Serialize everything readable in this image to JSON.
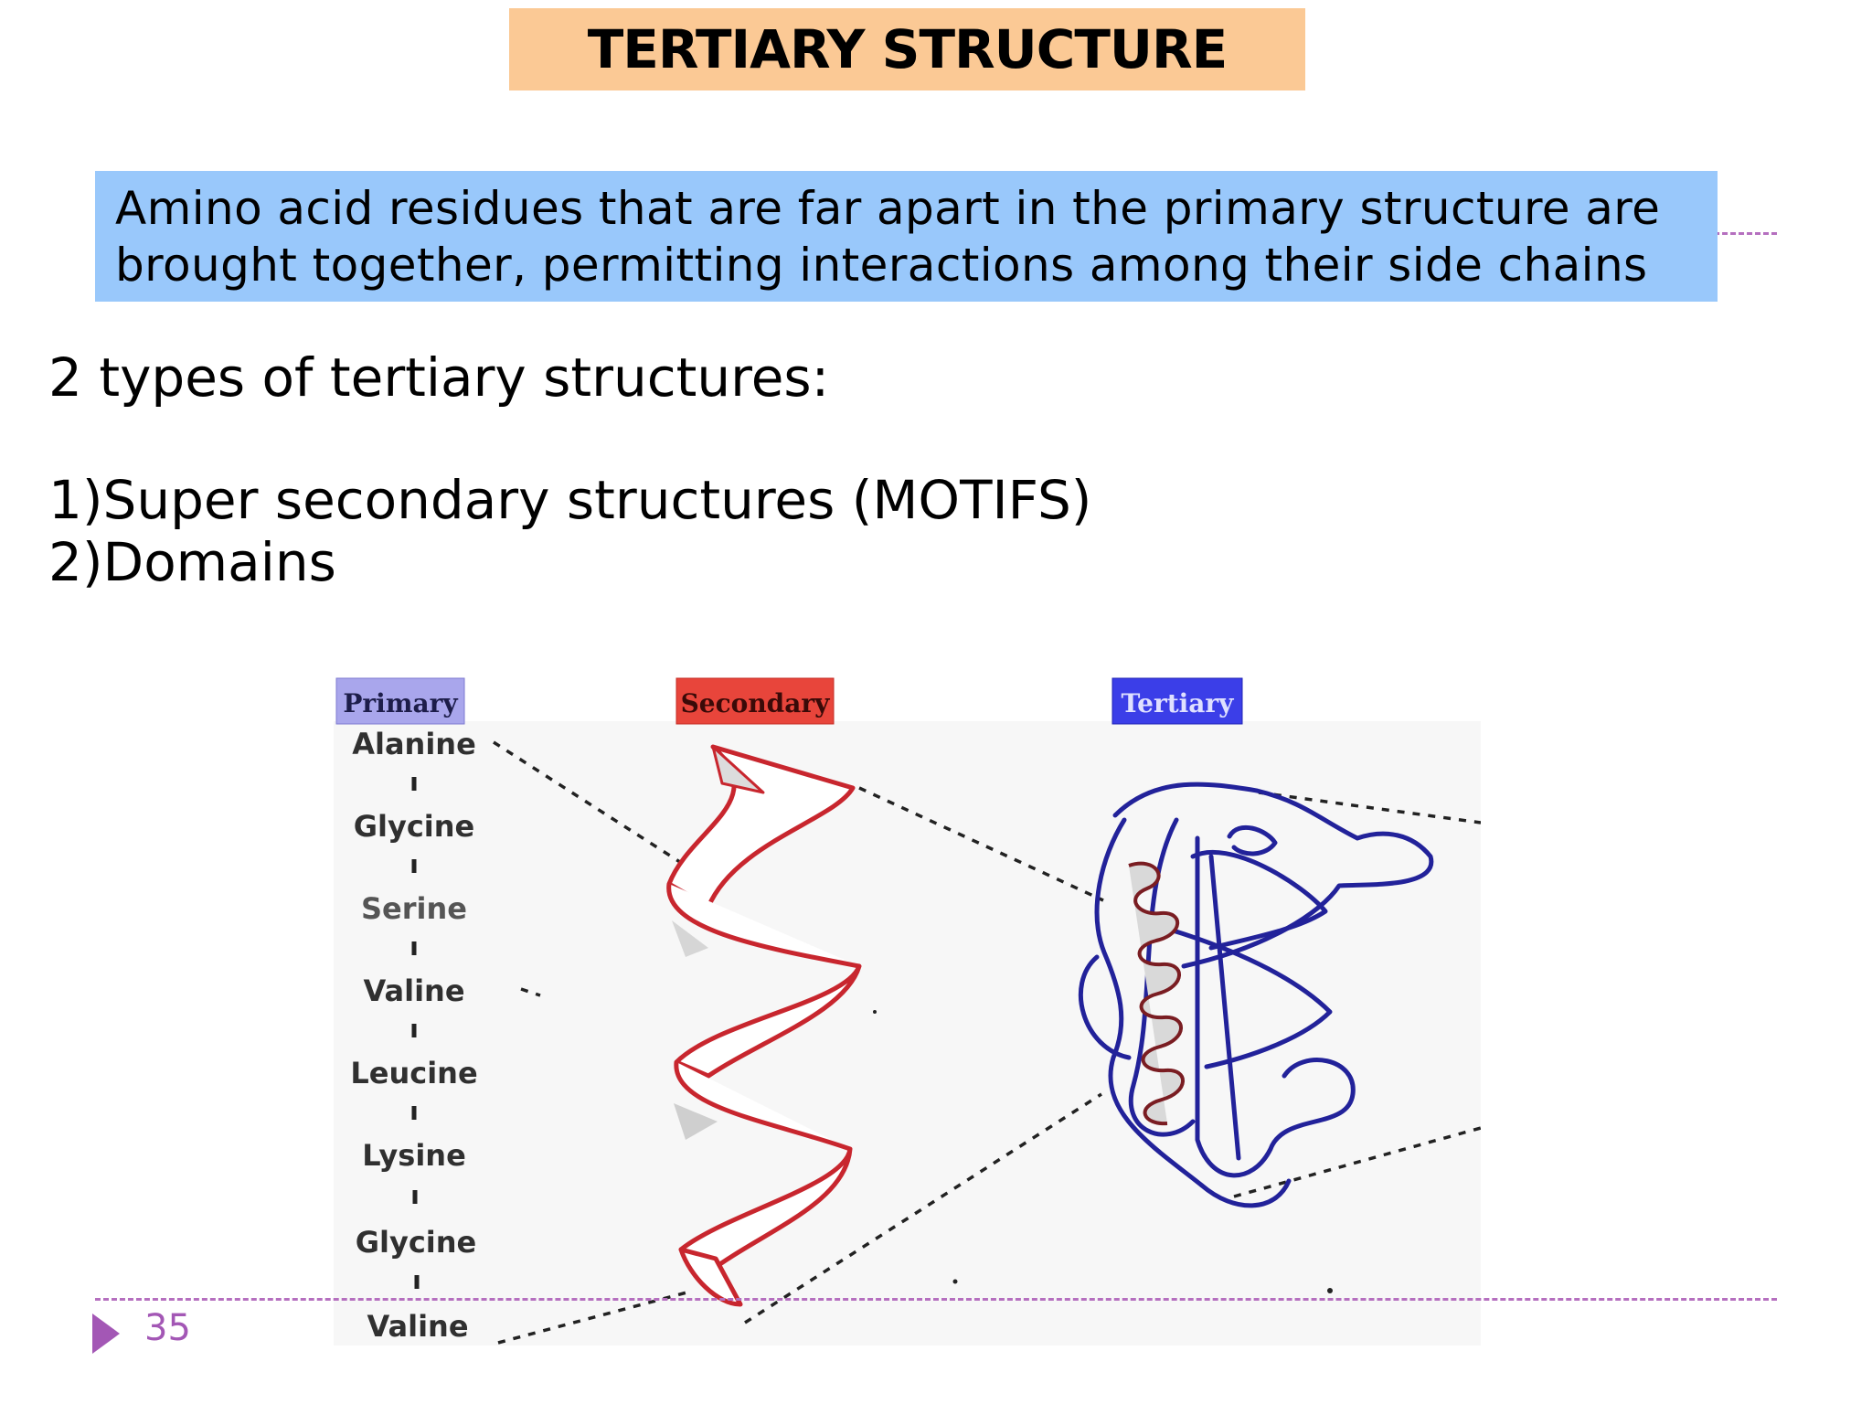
{
  "slide": {
    "title": "TERTIARY STRUCTURE",
    "definition_line1": "Amino acid residues that are far apart in the primary structure are",
    "definition_line2": "brought together, permitting interactions among their side chains",
    "types_heading": "2 types of tertiary structures:",
    "types": [
      "1)Super secondary structures (MOTIFS)",
      "2)Domains"
    ],
    "page_number": "35"
  },
  "figure": {
    "labels": {
      "primary": "Primary",
      "secondary": "Secondary",
      "tertiary": "Tertiary"
    },
    "amino_acids": [
      "Alanine",
      "Glycine",
      "Serine",
      "Valine",
      "Leucine",
      "Lysine",
      "Glycine",
      "Valine"
    ],
    "colors": {
      "primary_label": "#a9a6ec",
      "secondary_label": "#e8453b",
      "tertiary_label": "#3b3ee8",
      "helix_stroke": "#c8262e",
      "tertiary_stroke": "#22229a"
    }
  }
}
